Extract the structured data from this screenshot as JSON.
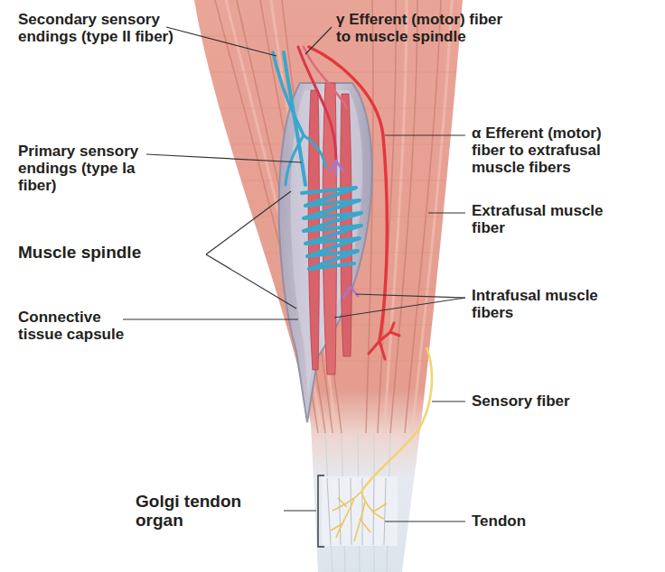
{
  "diagram": {
    "labels": [
      "Secondary sensory endings (type II fiber)",
      "γ Efferent (motor) fiber to muscle spindle",
      "Primary sensory endings (type Ia fiber)",
      "α Efferent (motor) fiber to extrafusal muscle fibers",
      "Extrafusal muscle fiber",
      "Muscle spindle",
      "Intrafusal muscle fibers",
      "Connective tissue capsule",
      "Sensory fiber",
      "Golgi tendon organ",
      "Tendon"
    ]
  }
}
